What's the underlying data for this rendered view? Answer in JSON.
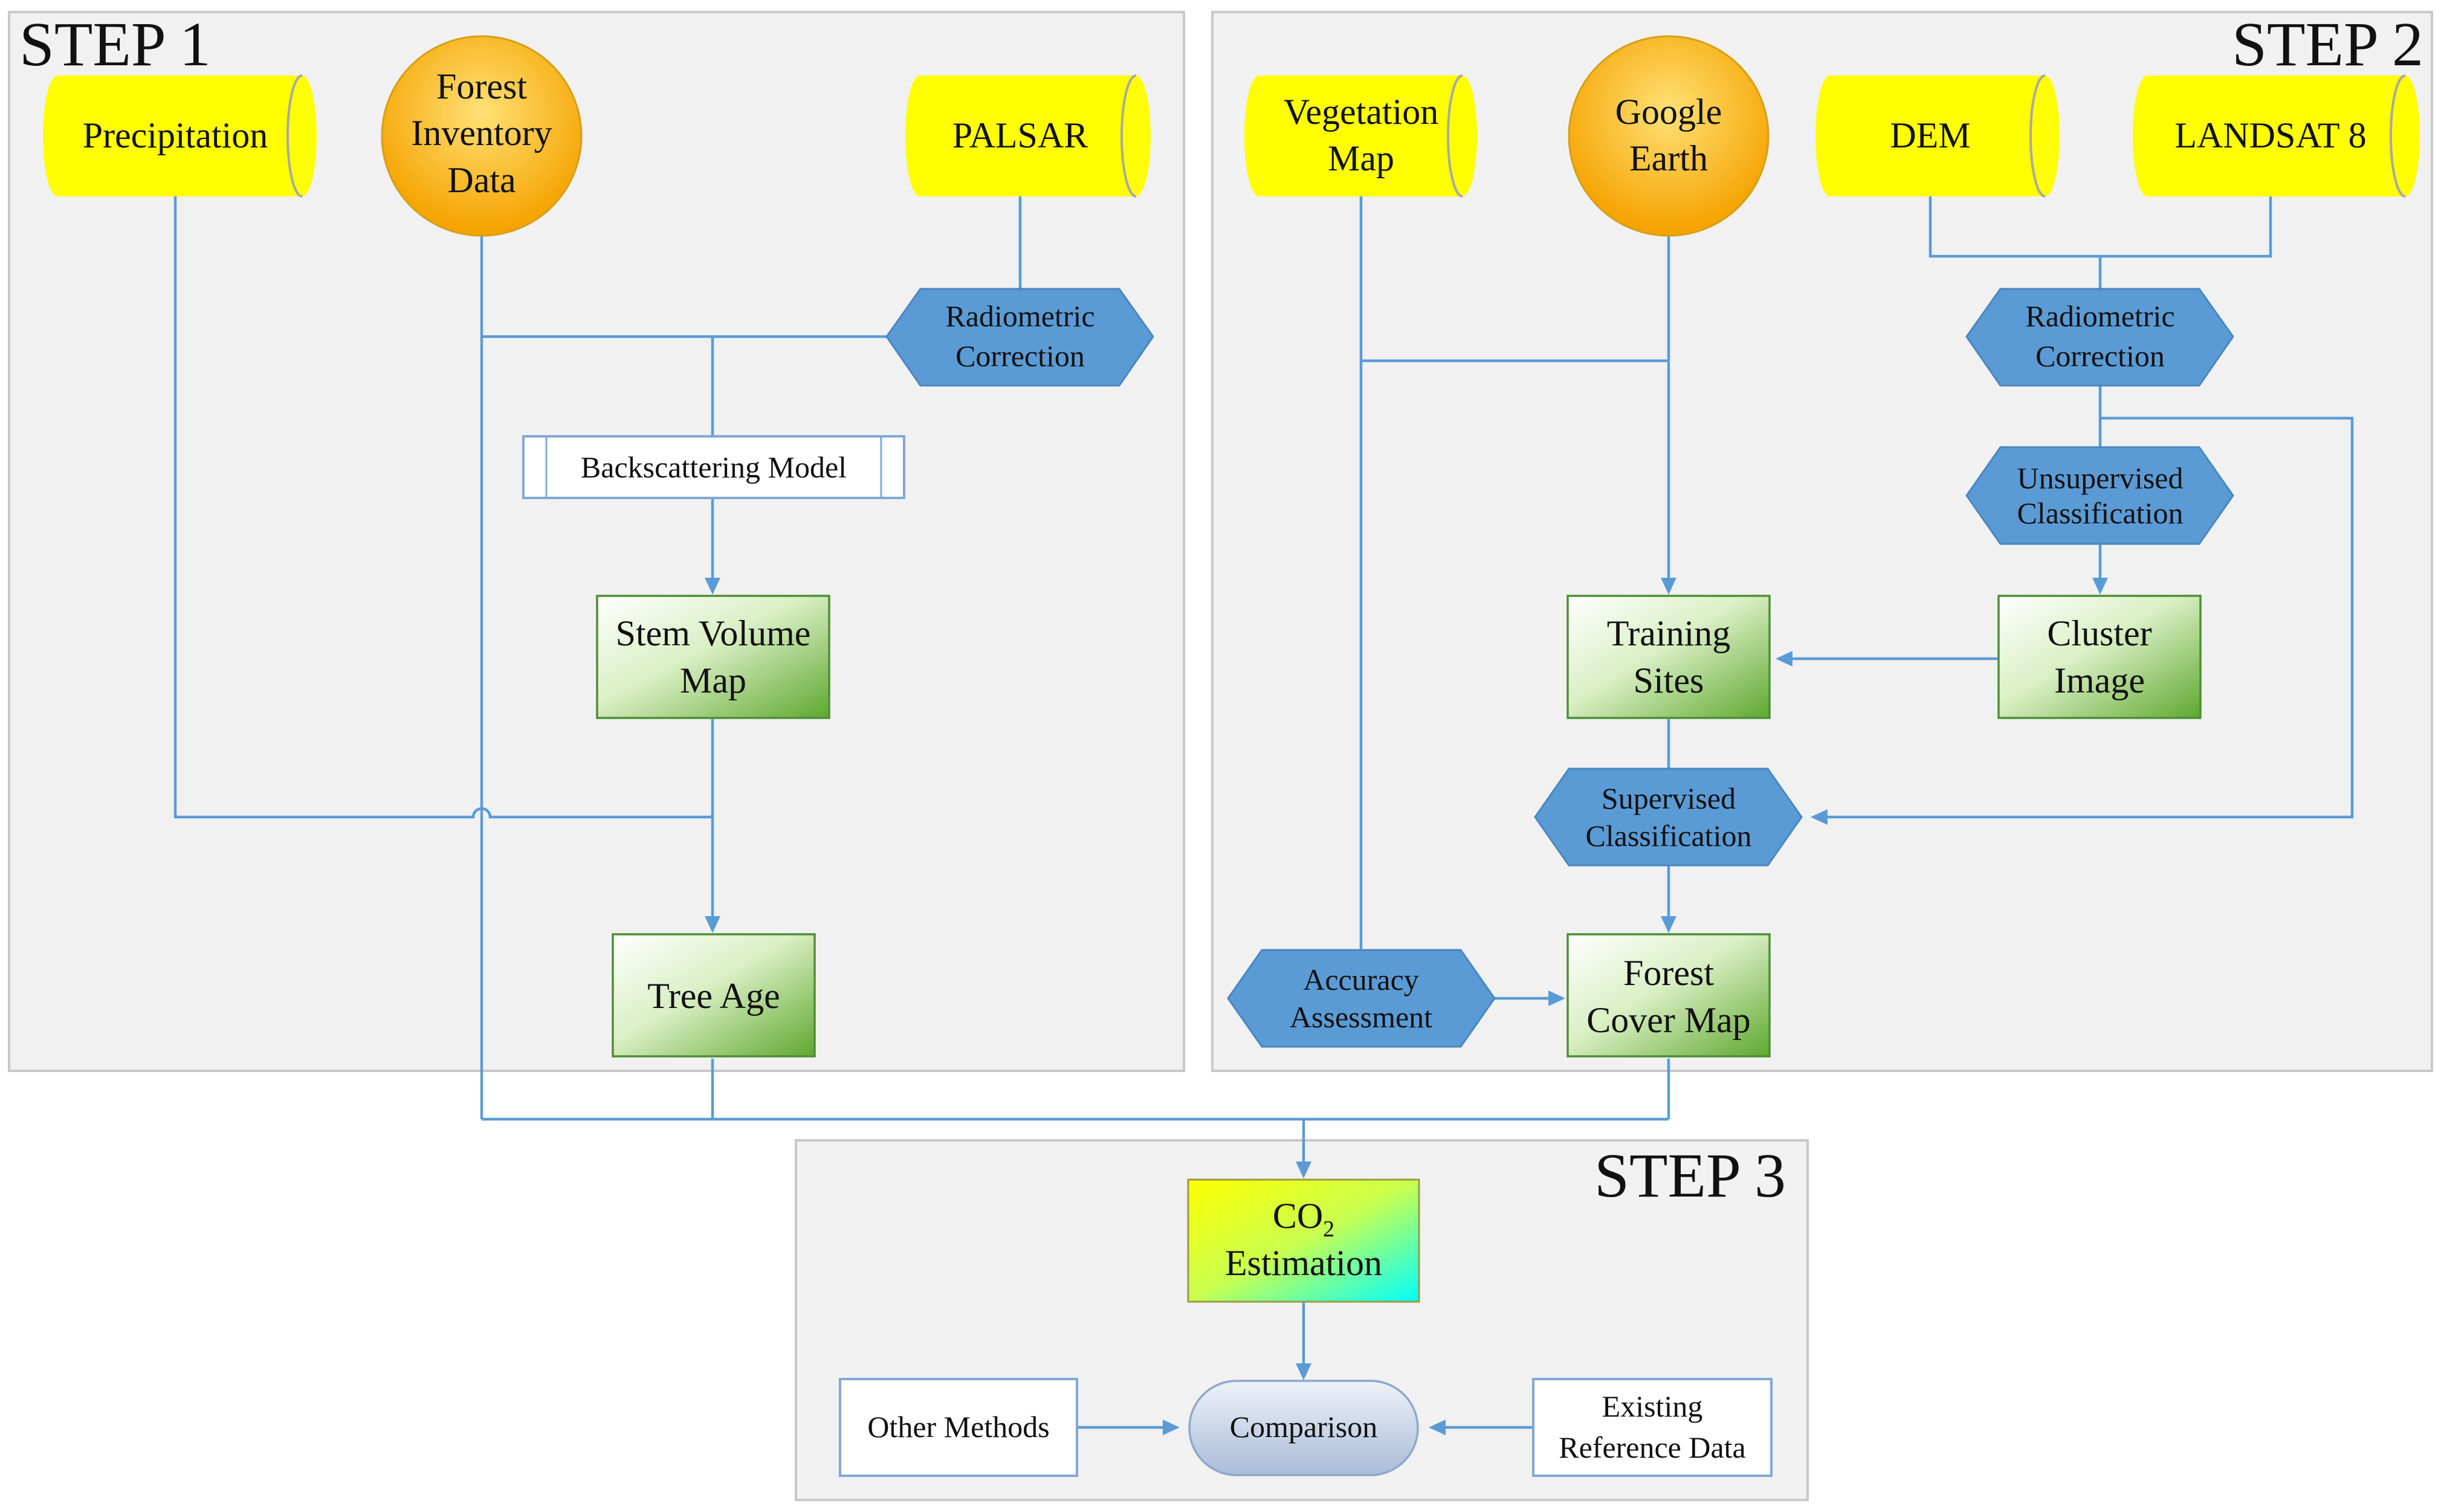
{
  "steps": {
    "step1": "STEP 1",
    "step2": "STEP 2",
    "step3": "STEP 3"
  },
  "nodes": {
    "precipitation": "Precipitation",
    "forest_inventory": [
      "Forest",
      "Inventory",
      "Data"
    ],
    "palsar": "PALSAR",
    "radiometric_correction_1": [
      "Radiometric",
      "Correction"
    ],
    "backscattering_model": "Backscattering Model",
    "stem_volume_map": [
      "Stem Volume",
      "Map"
    ],
    "tree_age": "Tree Age",
    "vegetation_map": [
      "Vegetation",
      "Map"
    ],
    "google_earth": [
      "Google",
      "Earth"
    ],
    "dem": "DEM",
    "landsat8": "LANDSAT 8",
    "radiometric_correction_2": [
      "Radiometric",
      "Correction"
    ],
    "unsupervised_classification": [
      "Unsupervised",
      "Classification"
    ],
    "training_sites": [
      "Training",
      "Sites"
    ],
    "cluster_image": [
      "Cluster",
      "Image"
    ],
    "supervised_classification": [
      "Supervised",
      "Classification"
    ],
    "accuracy_assessment": [
      "Accuracy",
      "Assessment"
    ],
    "forest_cover_map": [
      "Forest",
      "Cover Map"
    ],
    "co2_estimation": {
      "co": "CO",
      "sub": "2",
      "line2": "Estimation"
    },
    "other_methods": "Other Methods",
    "comparison": "Comparison",
    "existing_reference": [
      "Existing",
      "Reference Data"
    ]
  },
  "colors": {
    "edge": "#5b9bd5",
    "cylinder_fill": "#ffff00",
    "hexagon_fill": "#5b9bd5",
    "circle_gradient": [
      "#ffd54f",
      "#f5a300"
    ],
    "green_gradient": [
      "#f6fbee",
      "#70b040"
    ],
    "co2_gradient": [
      "#ffff00",
      "#00ffff"
    ],
    "comparison_gradient": [
      "#e6ecf6",
      "#aebfd9"
    ]
  }
}
